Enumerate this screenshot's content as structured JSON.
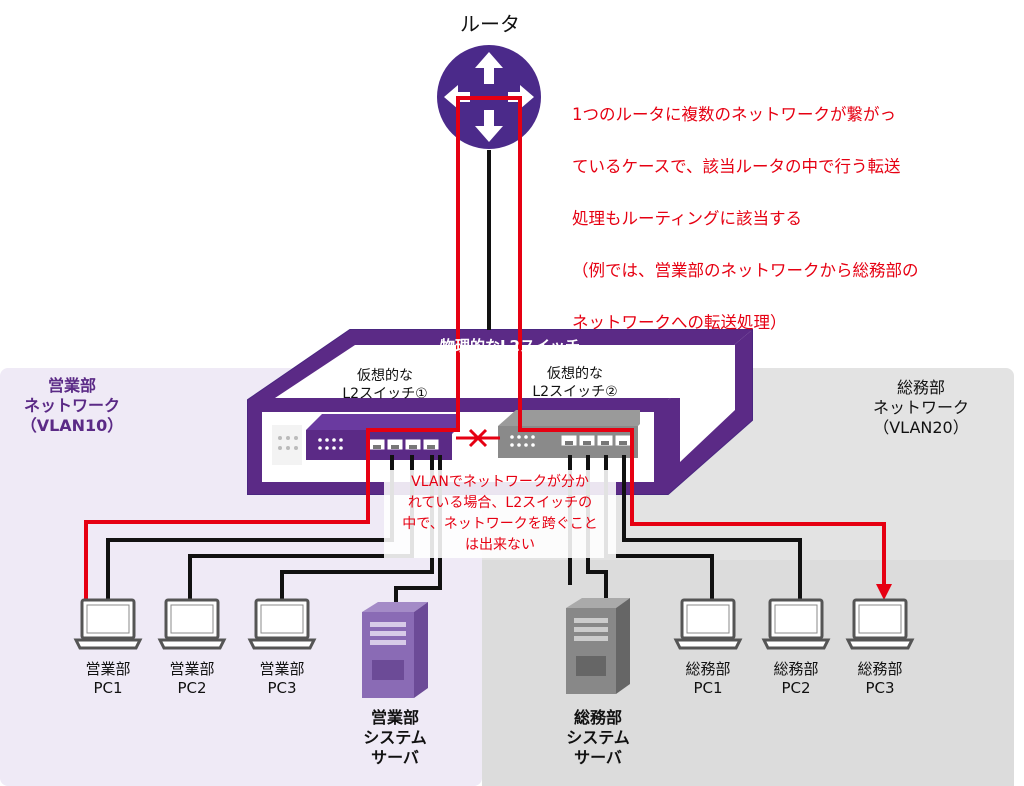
{
  "router": {
    "label": "ルータ"
  },
  "router_note": {
    "lines": [
      "1つのルータに複数のネットワークが繋がっ",
      "ているケースで、該当ルータの中で行う転送",
      "処理もルーティングに該当する",
      "（例では、営業部のネットワークから総務部の",
      "ネットワークへの転送処理）"
    ]
  },
  "physical_switch": {
    "label": "物理的なL2スイッチ"
  },
  "virtual_switch_1": {
    "label": "仮想的な\nL2スイッチ①"
  },
  "virtual_switch_2": {
    "label": "仮想的な\nL2スイッチ②"
  },
  "sales_network": {
    "label": "営業部\nネットワーク\n（VLAN10）"
  },
  "general_network": {
    "label": "総務部\nネットワーク\n（VLAN20）"
  },
  "vlan_note": {
    "text": "VLANでネットワークが分か\nれている場合、L2スイッチの\n中で、ネットワークを跨ぐこと\nは出来ない"
  },
  "sales_pcs": [
    "営業部\nPC1",
    "営業部\nPC2",
    "営業部\nPC3"
  ],
  "general_pcs": [
    "総務部\nPC1",
    "総務部\nPC2",
    "総務部\nPC3"
  ],
  "sales_server": {
    "label": "営業部\nシステム\nサーバ"
  },
  "general_server": {
    "label": "総務部\nシステム\nサーバ"
  },
  "colors": {
    "purple": "#5b2a86",
    "router_purple": "#4b2a8a",
    "sales_bg": "#efeaf6",
    "general_bg": "#e3e3e3",
    "red": "#e60012",
    "gray_switch": "#8a8a8a"
  }
}
